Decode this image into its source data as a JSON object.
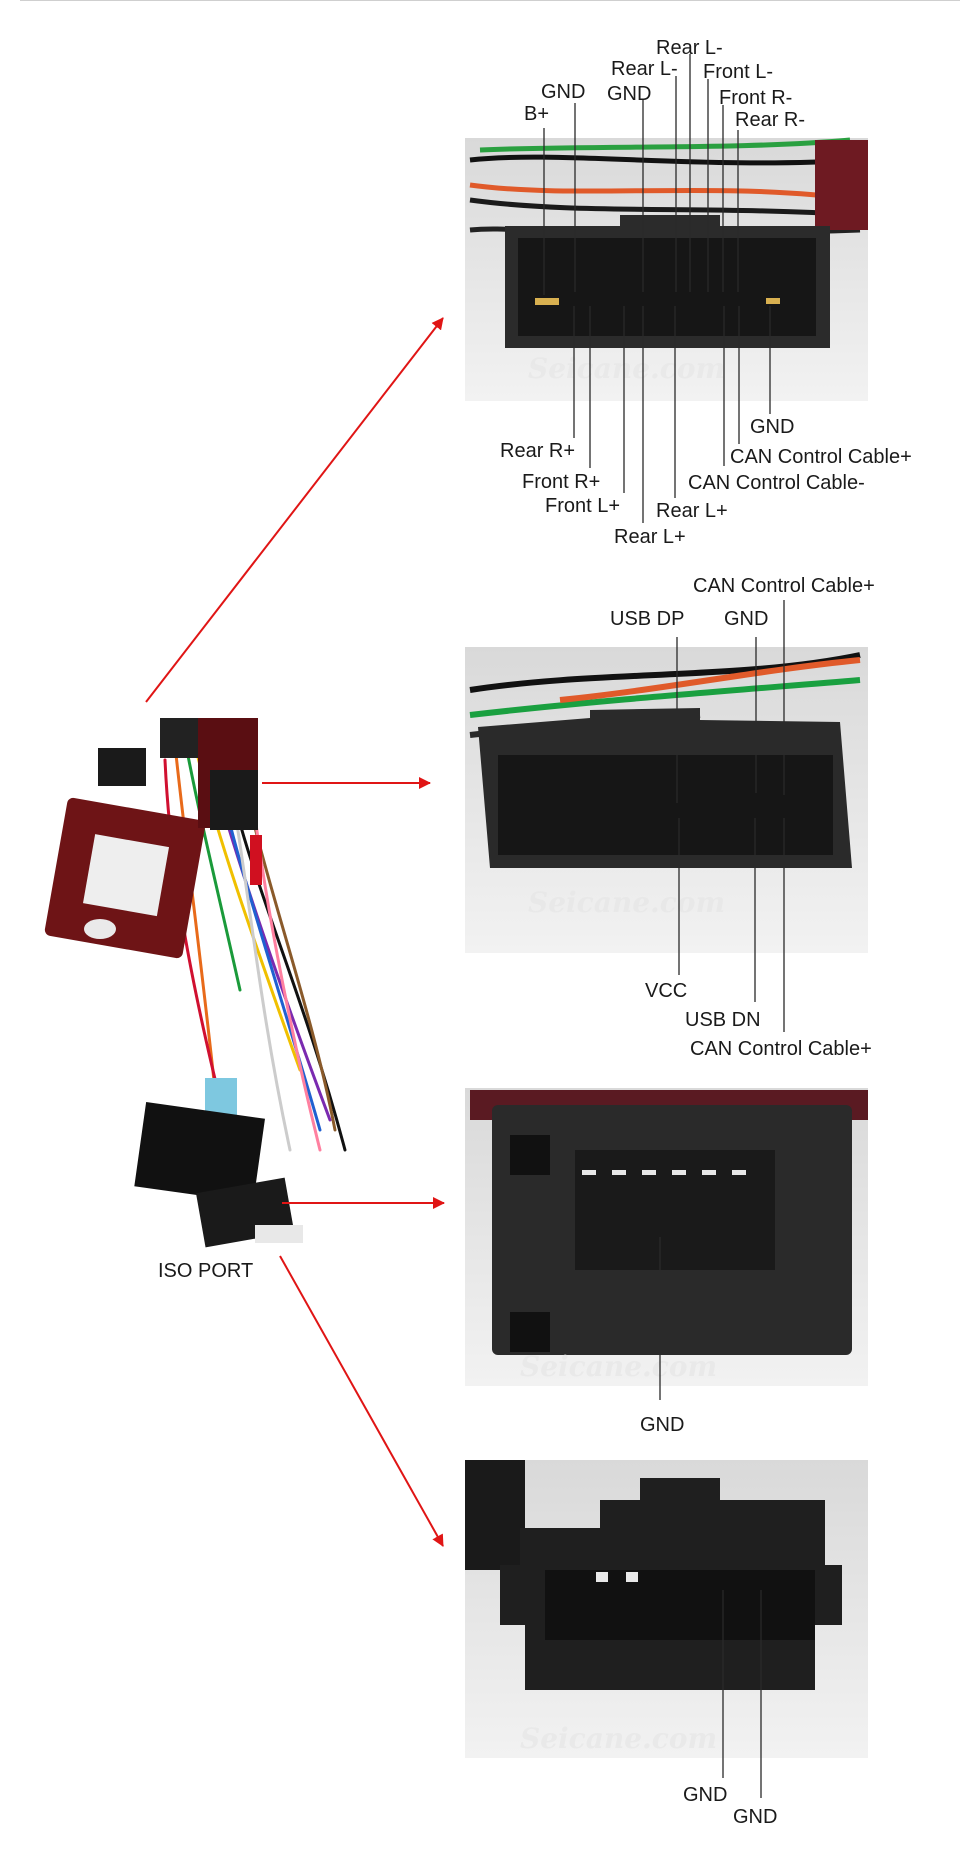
{
  "iso_port_label": "ISO PORT",
  "watermark": "Seicane.com",
  "colors": {
    "arrow": "#e01515",
    "pin_line": "#2a2a2a"
  },
  "connector1": {
    "top_labels": [
      "Rear L-",
      "Rear L-",
      "GND",
      "Front L-",
      "Front R-",
      "GND",
      "Rear R-",
      "B+"
    ],
    "bottom_labels": [
      "GND",
      "Rear R+",
      "CAN Control Cable+",
      "CAN Control Cable-",
      "Front R+",
      "Front L+",
      "Rear L+",
      "Rear L+"
    ]
  },
  "connector2": {
    "top_labels": [
      "CAN Control Cable+",
      "USB DP",
      "GND"
    ],
    "bottom_labels": [
      "VCC",
      "USB DN",
      "CAN Control Cable+"
    ]
  },
  "connector3": {
    "bottom_labels": [
      "GND"
    ]
  },
  "connector4": {
    "bottom_labels": [
      "GND",
      "GND"
    ]
  }
}
